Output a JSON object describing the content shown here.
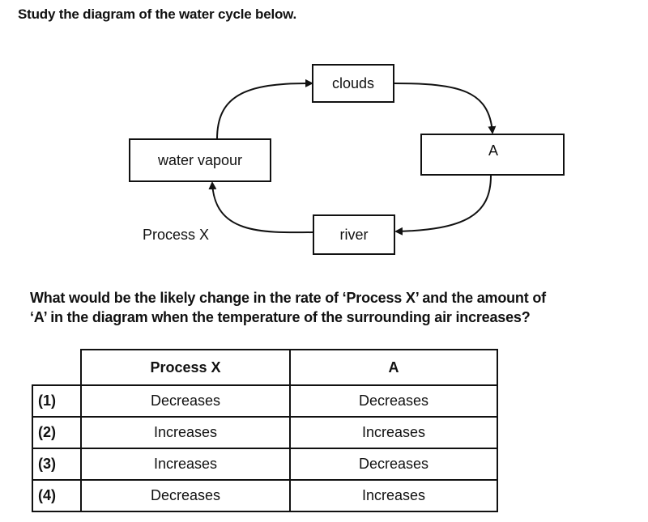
{
  "instruction": "Study the diagram of the water cycle below.",
  "diagram": {
    "nodes": {
      "clouds": "clouds",
      "a": "A",
      "river": "river",
      "water_vapour": "water vapour"
    },
    "process_label": "Process X"
  },
  "question": {
    "line1": "What would be the likely change in the rate of ‘Process X’ and the amount of",
    "line2": "‘A’ in the diagram when the temperature of the surrounding air increases?"
  },
  "table": {
    "headers": [
      "",
      "Process X",
      "A"
    ],
    "rows": [
      {
        "option": "(1)",
        "process_x": "Decreases",
        "a": "Decreases"
      },
      {
        "option": "(2)",
        "process_x": "Increases",
        "a": "Increases"
      },
      {
        "option": "(3)",
        "process_x": "Increases",
        "a": "Decreases"
      },
      {
        "option": "(4)",
        "process_x": "Decreases",
        "a": "Increases"
      }
    ]
  }
}
